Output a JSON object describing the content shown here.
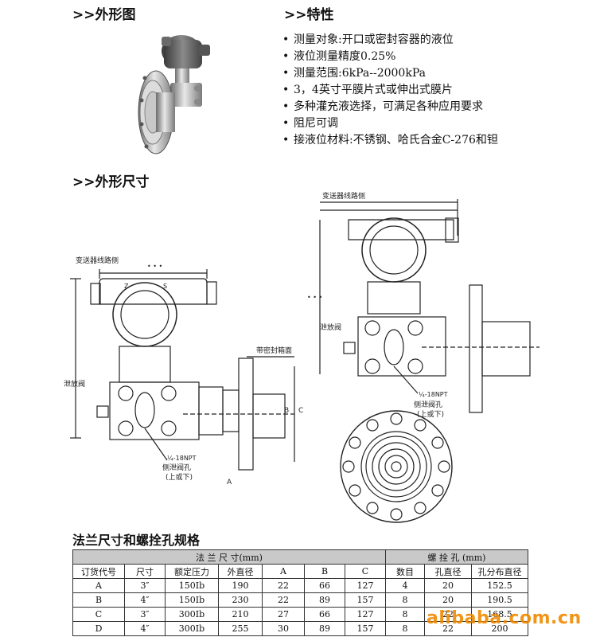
{
  "sections": {
    "appearance": ">>外形图",
    "features": ">>特性",
    "dimensions": ">>外形尺寸",
    "flange_table": "法兰尺寸和螺拴孔规格"
  },
  "features": [
    "测量对象:开口或密封容器的液位",
    "液位测量精度0.25%",
    "测量范围:6kPa--2000kPa",
    "3，4英寸平膜片式或伸出式膜片",
    "多种灌充液选择，可满足各种应用要求",
    "阻尼可调",
    "接液位材料:不锈钢、哈氏合金C-276和钽"
  ],
  "drawing_labels": {
    "left_cable": "变送器线路侧",
    "left_vent": "泄放阀",
    "left_npt": "¼-18NPT",
    "left_npt2": "侧泄阀孔",
    "left_npt3": "(上或下)",
    "seal_face": "带密封箱面",
    "dim_a": "A",
    "dim_b": "B",
    "dim_c": "C",
    "right_cable": "变送器线路侧",
    "right_vent": "泄放阀",
    "right_npt": "¼-18NPT",
    "right_npt2": "侧泄阀孔",
    "right_npt3": "(上或下)",
    "dots": "• • •",
    "z": "Z",
    "s": "S"
  },
  "table": {
    "group1": "法 兰 尺 寸(mm)",
    "group2": "螺 拴 孔 (mm)",
    "columns": [
      "订货代号",
      "尺寸",
      "额定压力",
      "外直径",
      "A",
      "B",
      "C",
      "数目",
      "孔直径",
      "孔分布直径"
    ],
    "rows": [
      [
        "A",
        "3″",
        "150Ib",
        "190",
        "22",
        "66",
        "127",
        "4",
        "20",
        "152.5"
      ],
      [
        "B",
        "4″",
        "150Ib",
        "230",
        "22",
        "89",
        "157",
        "8",
        "20",
        "190.5"
      ],
      [
        "C",
        "3″",
        "300Ib",
        "210",
        "27",
        "66",
        "127",
        "8",
        "22",
        "168.5"
      ],
      [
        "D",
        "4″",
        "300Ib",
        "255",
        "30",
        "89",
        "157",
        "8",
        "22",
        "200"
      ]
    ]
  },
  "watermark": "alibaba.com.cn"
}
